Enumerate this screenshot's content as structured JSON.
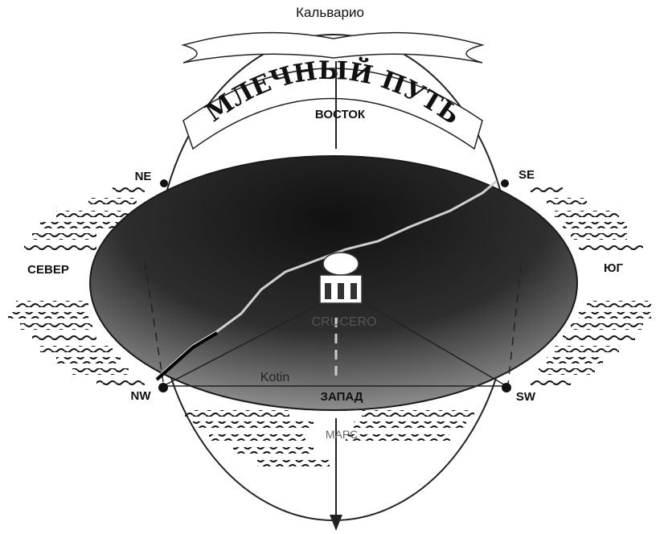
{
  "title": "Кальварио",
  "banner_text": "МЛЕЧНЫЙ ПУТЬ",
  "directions": {
    "east": "ВОСТОК",
    "west": "ЗАПАД",
    "north": "СЕВЕР",
    "south": "ЮГ"
  },
  "corners": {
    "ne": "NE",
    "se": "SE",
    "nw": "NW",
    "sw": "SW"
  },
  "center_label": "CRUCERO",
  "kotin_label": "Kotin",
  "mars_label": "МАРС",
  "colors": {
    "disc_dark": "#1c1c1c",
    "disc_light": "#a8a8a8",
    "line": "#222222"
  }
}
